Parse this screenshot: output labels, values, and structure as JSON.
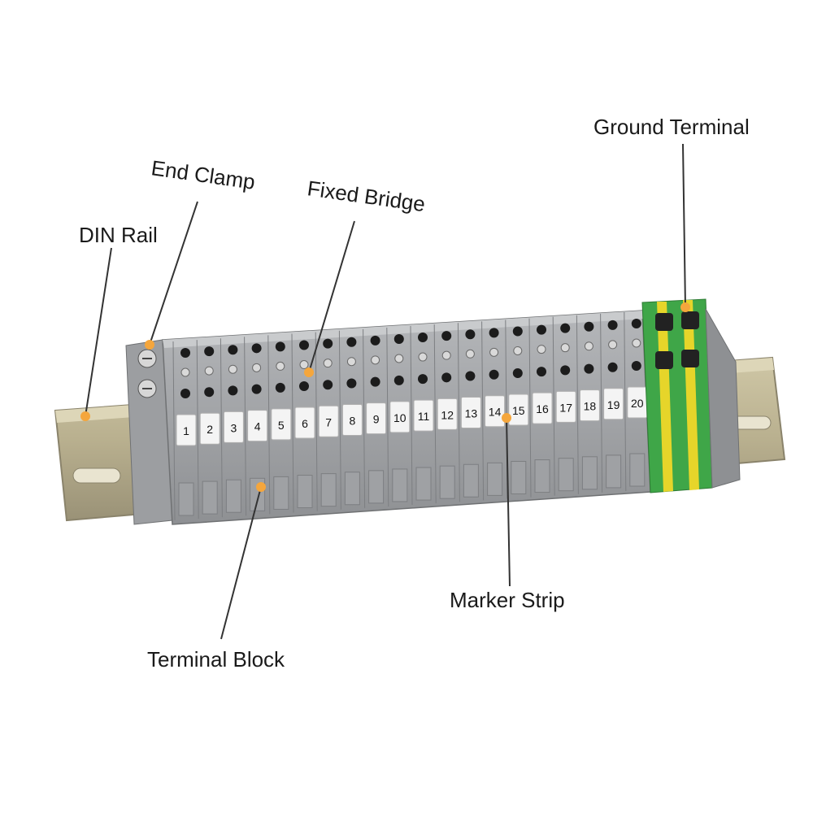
{
  "labels": {
    "ground_terminal": "Ground Terminal",
    "end_clamp": "End Clamp",
    "fixed_bridge": "Fixed Bridge",
    "din_rail": "DIN Rail",
    "marker_strip": "Marker Strip",
    "terminal_block": "Terminal Block"
  },
  "markers": [
    "1",
    "2",
    "3",
    "4",
    "5",
    "6",
    "7",
    "8",
    "9",
    "10",
    "11",
    "12",
    "13",
    "14",
    "15",
    "16",
    "17",
    "18",
    "19",
    "20"
  ],
  "colors": {
    "dot": "#f5a63c",
    "terminal_gray": "#a9abad",
    "ground_green": "#3fa648",
    "ground_yellow": "#e6d52a"
  }
}
